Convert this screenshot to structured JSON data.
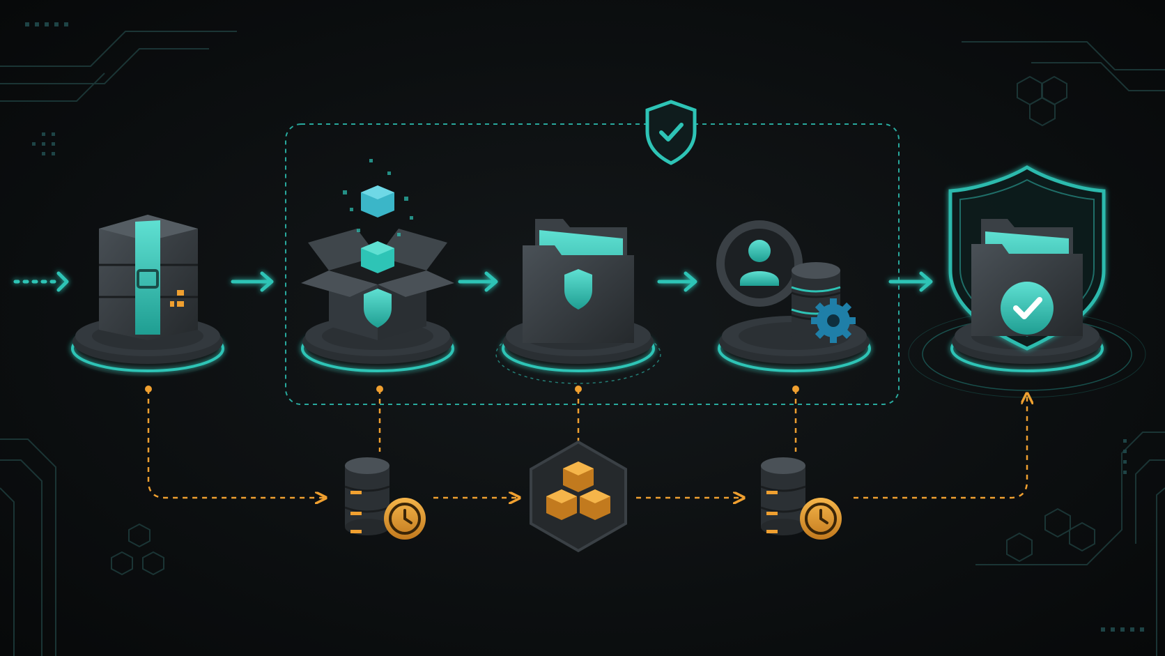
{
  "colors": {
    "background": "#0b0d0e",
    "teal": "#2ec4b6",
    "teal_light": "#5fe0d2",
    "orange": "#f0a030",
    "orange_dark": "#c27a1e",
    "body_dark": "#2b3034",
    "body_mid": "#3a4045",
    "body_light": "#4a5157"
  },
  "diagram": {
    "stages": [
      {
        "name": "archive",
        "icon": "archive-box-icon"
      },
      {
        "name": "unpack",
        "icon": "open-box-shield-icon"
      },
      {
        "name": "secure-folder",
        "icon": "shield-folder-icon"
      },
      {
        "name": "user-database",
        "icon": "user-database-gear-icon"
      },
      {
        "name": "verified-folder",
        "icon": "verified-folder-shield-icon"
      }
    ],
    "backups": [
      {
        "name": "snapshot-db-1",
        "icon": "database-clock-icon"
      },
      {
        "name": "package-cluster",
        "icon": "cubes-hexagon-icon"
      },
      {
        "name": "snapshot-db-2",
        "icon": "database-clock-icon"
      }
    ],
    "secure_zone_icon": "shield-check-icon"
  }
}
